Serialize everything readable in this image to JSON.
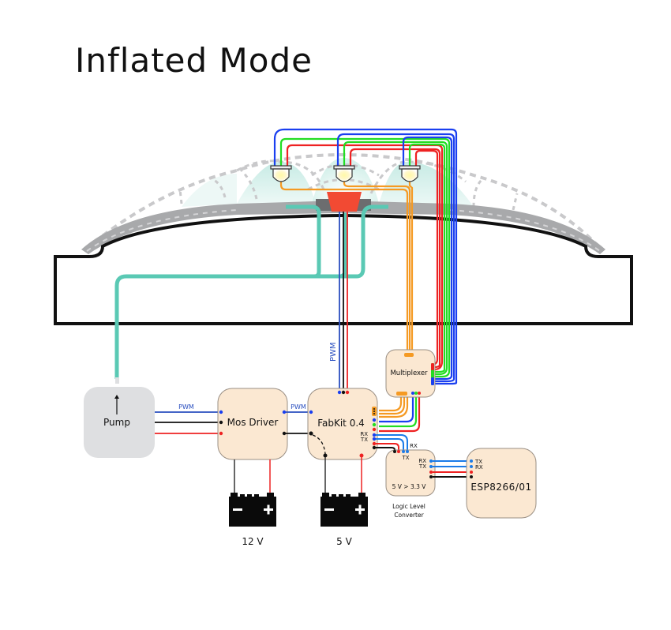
{
  "title": "Inflated Mode",
  "colors": {
    "wire_blue": "#1a3ff0",
    "wire_green": "#22dd22",
    "wire_red": "#ee2222",
    "wire_orange": "#f59a23",
    "wire_black": "#111111",
    "tube_teal": "#5ac9b4",
    "module_fill": "#fbe8d2",
    "pump_fill": "#dedfe1",
    "dome_grey": "#a8a9ab",
    "heater_red": "#f24a33",
    "pwm_text": "#2a4fbf"
  },
  "components": {
    "pump": {
      "label": "Pump"
    },
    "mos_driver": {
      "label": "Mos Driver"
    },
    "fabkit": {
      "label": "FabKit 0.4",
      "rx": "RX",
      "tx": "TX"
    },
    "multiplexer": {
      "label": "Multiplexer"
    },
    "logic_converter": {
      "label": "5 V > 3.3 V",
      "caption_line1": "Logic Level",
      "caption_line2": "Converter",
      "rx": "RX",
      "tx": "TX",
      "rx_in": "RX",
      "tx_in": "TX"
    },
    "esp": {
      "label": "ESP8266/01",
      "tx": "TX",
      "rx": "RX"
    },
    "battery_12v": {
      "label": "12 V",
      "minus": "−",
      "plus": "+"
    },
    "battery_5v": {
      "label": "5 V",
      "minus": "−",
      "plus": "+"
    }
  },
  "wire_labels": {
    "pwm_pump": "PWM",
    "pwm_mos": "PWM",
    "pwm_vertical": "PWM"
  },
  "leds": [
    {
      "name": "led-left"
    },
    {
      "name": "led-center"
    },
    {
      "name": "led-right"
    }
  ]
}
